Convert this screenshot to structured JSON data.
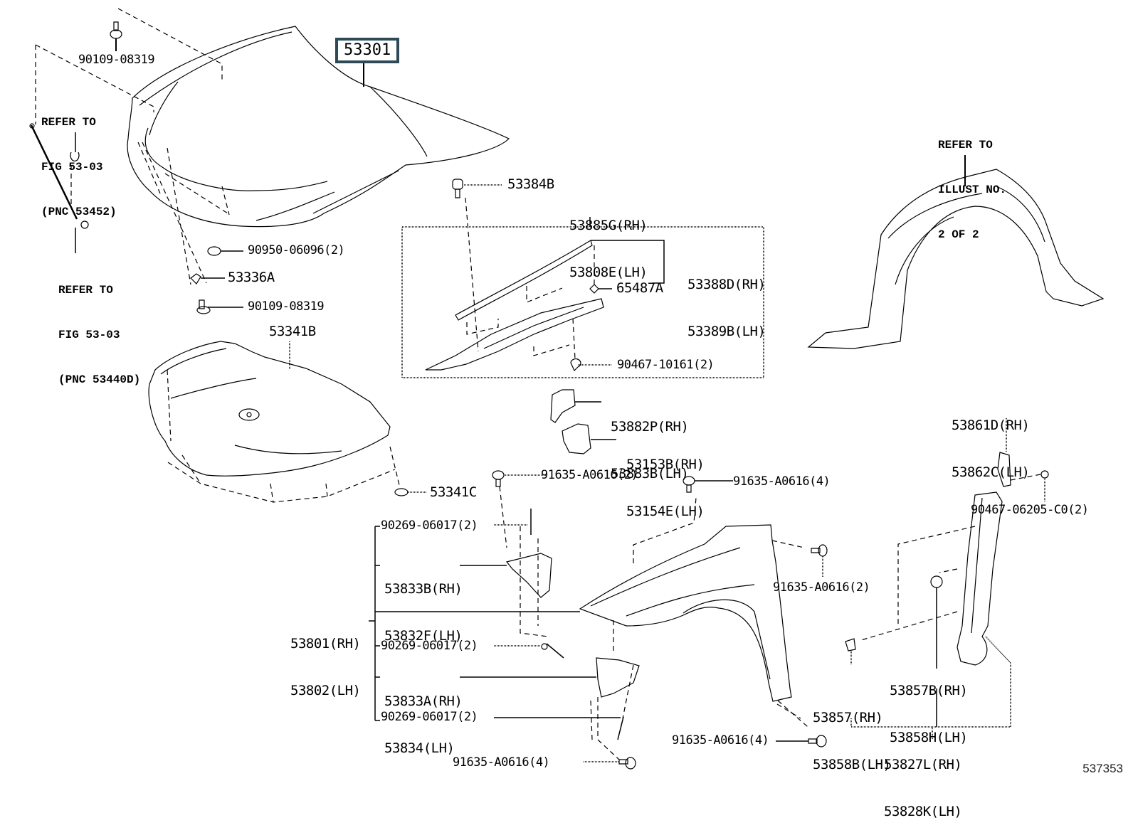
{
  "diagram": {
    "title_part": "53301",
    "illustration_code": "537353",
    "colors": {
      "highlight_border": "#2f4a57",
      "line": "#000000",
      "background": "#ffffff"
    },
    "labels": {
      "bolt_hood_top": "90109-08319",
      "refer_hood_support": [
        "REFER TO",
        "FIG 53-03",
        "(PNC 53452)"
      ],
      "refer_hood_lock": [
        "REFER TO",
        "FIG 53-03",
        "(PNC 53440D)"
      ],
      "cushion_hood": "90950-06096(2)",
      "hinge_clip": "53336A",
      "bolt_hood_bottom": "90109-08319",
      "insulator": "53341B",
      "insulator_clip": "53341C",
      "stopper": "53384B",
      "seal_assy": [
        "53885G(RH)",
        "53808E(LH)"
      ],
      "seal_upper": [
        "53388D(RH)",
        "53389B(LH)"
      ],
      "clip_65487A": "65487A",
      "clip_90467": "90467-10161(2)",
      "spacer_53882": [
        "53882P(RH)",
        "53883B(LH)"
      ],
      "spacer_53153": [
        "53153B(RH)",
        "53154E(LH)"
      ],
      "refer_liner": [
        "REFER TO",
        "ILLUST NO.",
        "2 OF 2"
      ],
      "bolt_fender_top_left": "91635-A0616(2)",
      "bolt_fender_top": "91635-A0616(4)",
      "rivet_1": "90269-06017(2)",
      "bracket_upper": [
        "53833B(RH)",
        "53832F(LH)"
      ],
      "fender": [
        "53801(RH)",
        "53802(LH)"
      ],
      "rivet_2": "90269-06017(2)",
      "bracket_lower": [
        "53833A(RH)",
        "53834(LH)"
      ],
      "rivet_3": "90269-06017(2)",
      "bolt_bracket_bottom": "91635-A0616(4)",
      "bolt_fender_rear": "91635-A0616(2)",
      "bolt_fender_bottom": "91635-A0616(4)",
      "bracket_53861": [
        "53861D(RH)",
        "53862C(LH)"
      ],
      "clip_90467_06205": "90467-06205-C0(2)",
      "pad_53857B": [
        "53857B(RH)",
        "53858H(LH)"
      ],
      "pad_53857": [
        "53857(RH)",
        "53858B(LH)"
      ],
      "seal_side": [
        "53827L(RH)",
        "53828K(LH)"
      ]
    }
  }
}
